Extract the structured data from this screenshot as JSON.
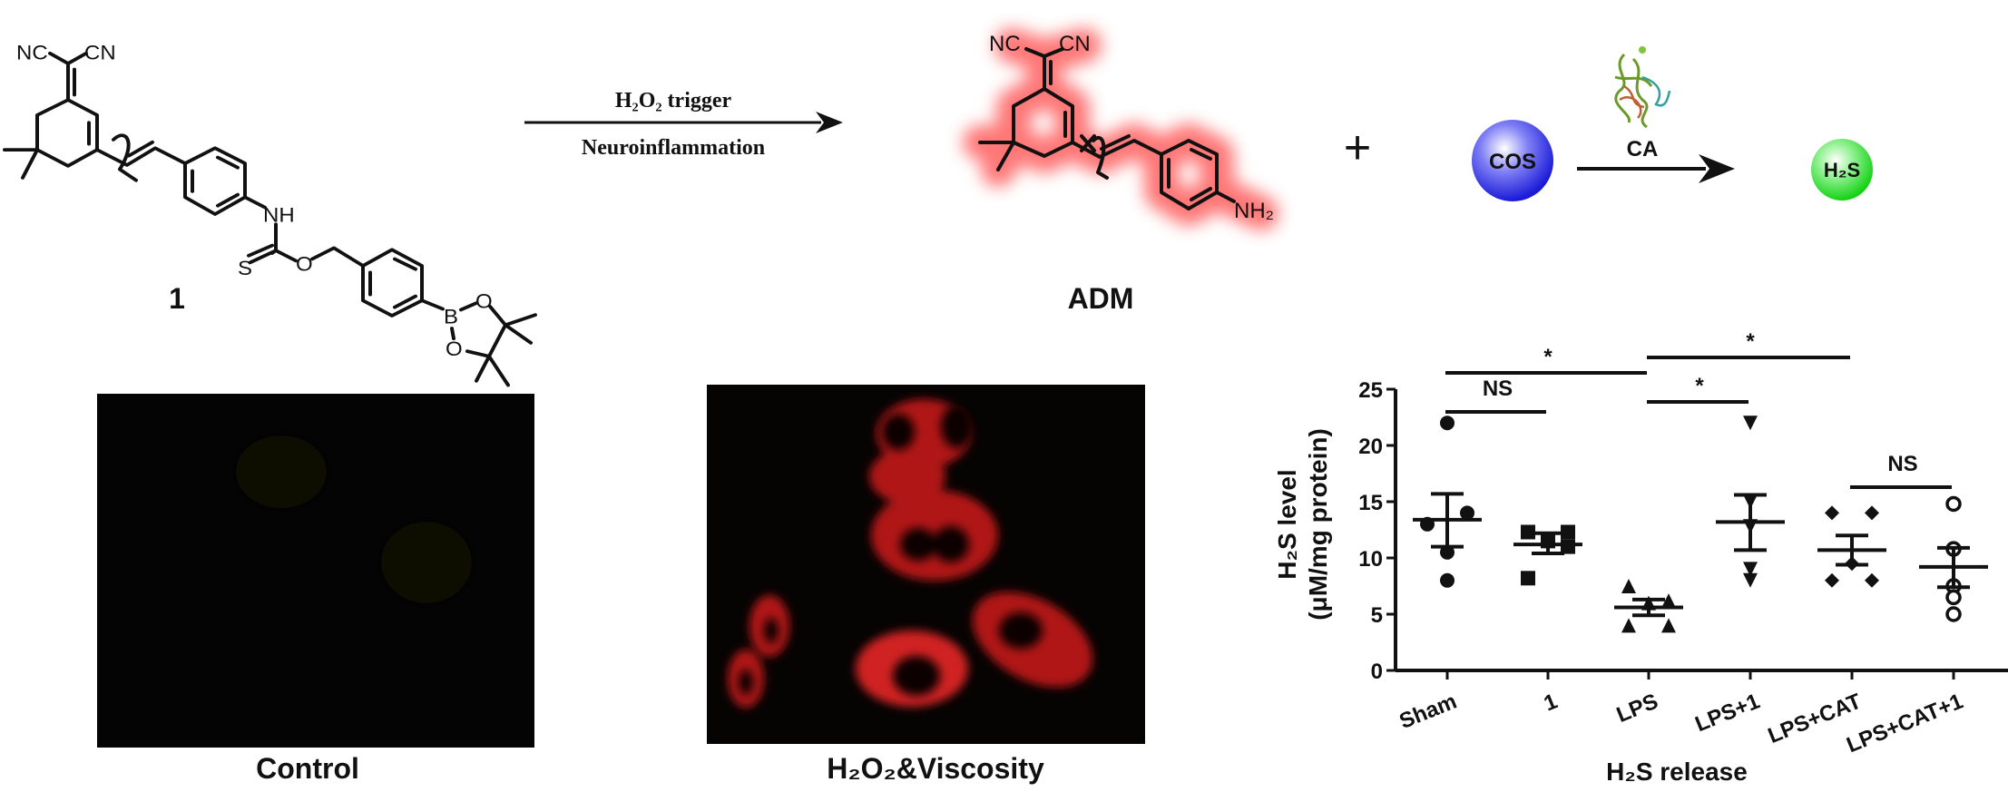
{
  "compound1": {
    "label": "1",
    "atoms": {
      "nc": "NC",
      "cn": "CN",
      "nh": "NH",
      "s": "S",
      "o": "O",
      "b": "B",
      "o1": "O",
      "o2": "O"
    }
  },
  "reaction": {
    "trigger_label": "H₂O₂ trigger",
    "condition_label": "Neuroinflammation"
  },
  "adm": {
    "label": "ADM",
    "atoms": {
      "nc": "NC",
      "cn": "CN",
      "nh2": "NH₂"
    },
    "glow_color": "#ff4d4d"
  },
  "plus": "+",
  "cos": {
    "label": "COS",
    "color": "#2a2ae0"
  },
  "enzyme": {
    "label": "CA"
  },
  "h2s": {
    "label": "H₂S",
    "color": "#22dd22"
  },
  "micrographs": [
    {
      "label": "Control"
    },
    {
      "label": "H₂O₂&Viscosity"
    }
  ],
  "chart_data": {
    "type": "scatter",
    "title": "",
    "xlabel": "H₂S release",
    "ylabel_line1": "H₂S level",
    "ylabel_line2": "(μM/mg protein)",
    "ylim": [
      0,
      25
    ],
    "yticks": [
      "0",
      "5",
      "10",
      "15",
      "20",
      "25"
    ],
    "categories": [
      "Sham",
      "1",
      "LPS",
      "LPS+1",
      "LPS+CAT",
      "LPS+CAT+1"
    ],
    "series": [
      {
        "name": "Sham",
        "marker": "circle",
        "values": [
          22,
          14,
          13,
          10.5,
          8
        ],
        "mean": 13.4,
        "sem": [
          11.0,
          15.7
        ]
      },
      {
        "name": "1",
        "marker": "square",
        "values": [
          12.3,
          12.3,
          11.5,
          11,
          8.2
        ],
        "mean": 11.2,
        "sem": [
          10.4,
          12.2
        ]
      },
      {
        "name": "LPS",
        "marker": "triangle",
        "values": [
          7.5,
          6.2,
          6,
          4,
          4
        ],
        "mean": 5.6,
        "sem": [
          4.9,
          6.3
        ]
      },
      {
        "name": "LPS+1",
        "marker": "triangle-down",
        "values": [
          22,
          15,
          12.8,
          9,
          8
        ],
        "mean": 13.2,
        "sem": [
          10.7,
          15.6
        ]
      },
      {
        "name": "LPS+CAT",
        "marker": "diamond",
        "values": [
          14,
          14,
          9.5,
          8,
          8
        ],
        "mean": 10.7,
        "sem": [
          9.4,
          12.0
        ]
      },
      {
        "name": "LPS+CAT+1",
        "marker": "open-circle",
        "values": [
          14.8,
          10.8,
          7.5,
          6.5,
          5
        ],
        "mean": 9.2,
        "sem": [
          7.4,
          10.9
        ]
      }
    ],
    "significance": [
      {
        "from": "Sham",
        "to": "LPS",
        "label": "*"
      },
      {
        "from": "LPS",
        "to": "LPS+CAT",
        "label": "*"
      },
      {
        "from": "Sham",
        "to": "1",
        "label": "NS"
      },
      {
        "from": "LPS",
        "to": "LPS+1",
        "label": "*"
      },
      {
        "from": "LPS+CAT",
        "to": "LPS+CAT+1",
        "label": "NS"
      }
    ]
  }
}
